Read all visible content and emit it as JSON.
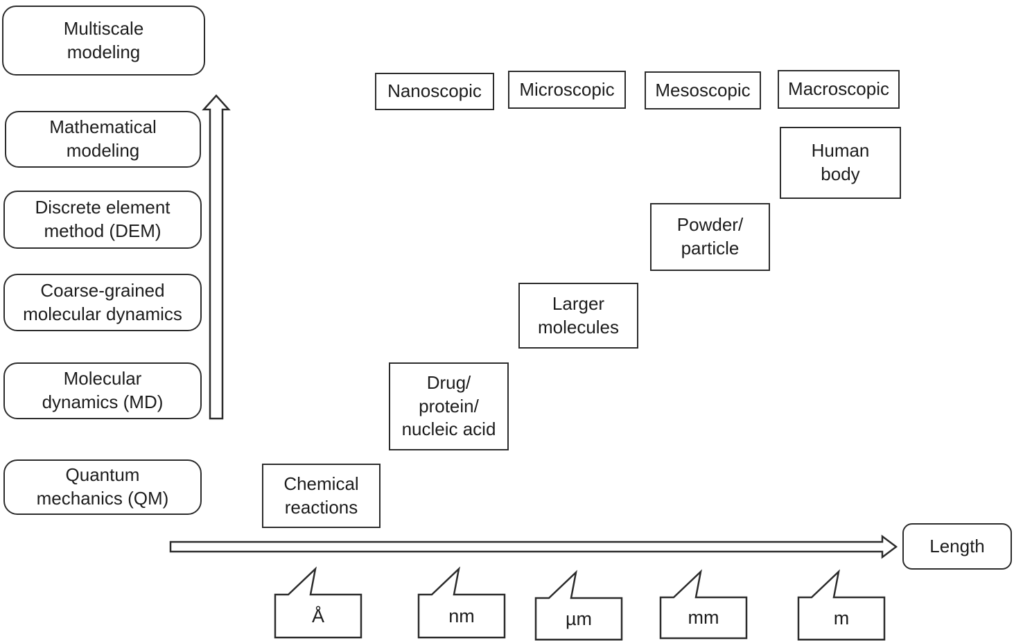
{
  "figure": {
    "background": "#ffffff",
    "line_color": "#2b2b2b",
    "text_color": "#1c1c1c"
  },
  "methods": {
    "items": [
      {
        "label": "Multiscale\nmodeling"
      },
      {
        "label": "Mathematical\nmodeling"
      },
      {
        "label": "Discrete element\nmethod (DEM)"
      },
      {
        "label": "Coarse-grained\nmolecular dynamics"
      },
      {
        "label": "Molecular\ndynamics (MD)"
      },
      {
        "label": "Quantum\nmechanics (QM)"
      }
    ]
  },
  "scales": {
    "items": [
      {
        "label": "Nanoscopic"
      },
      {
        "label": "Microscopic"
      },
      {
        "label": "Mesoscopic"
      },
      {
        "label": "Macroscopic"
      }
    ]
  },
  "objects": {
    "items": [
      {
        "label": "Chemical\nreactions"
      },
      {
        "label": "Drug/\nprotein/\nnucleic acid"
      },
      {
        "label": "Larger\nmolecules"
      },
      {
        "label": "Powder/\nparticle"
      },
      {
        "label": "Human\nbody"
      }
    ]
  },
  "axis": {
    "label": "Length",
    "units": [
      {
        "label": "Å"
      },
      {
        "label": "nm"
      },
      {
        "label": "µm"
      },
      {
        "label": "mm"
      },
      {
        "label": "m"
      }
    ]
  }
}
